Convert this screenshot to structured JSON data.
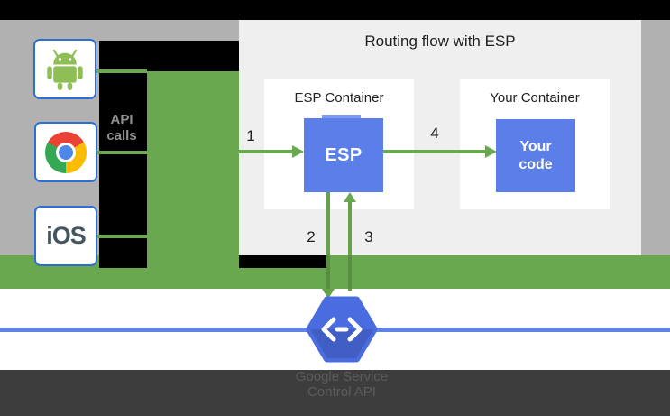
{
  "title": "Routing flow with ESP",
  "clients": [
    {
      "name": "android"
    },
    {
      "name": "chrome"
    },
    {
      "name": "ios",
      "label": "iOS"
    }
  ],
  "pipe_label": {
    "line1": "API",
    "line2": "calls"
  },
  "esp_container": {
    "label": "ESP Container",
    "box_label": "ESP"
  },
  "your_container": {
    "label": "Your Container",
    "box_line1": "Your",
    "box_line2": "code"
  },
  "steps": {
    "s1": "1",
    "s2": "2",
    "s3": "3",
    "s4": "4"
  },
  "service": {
    "line1": "Google Service",
    "line2": "Control API"
  },
  "icons": [
    "android-robot-icon",
    "chrome-browser-icon",
    "ios-label",
    "endpoints-hexagon-code-icon"
  ],
  "colors": {
    "green": "#6aa84f",
    "blue_box": "#5b7ee8",
    "hexagon_blue": "#4a6ce0",
    "panel_bg": "#efefef",
    "left_bg": "#b1b1b1",
    "dark_band": "#3d3d3d",
    "blue_line": "#6282e8",
    "client_border": "#2b6fd4"
  }
}
